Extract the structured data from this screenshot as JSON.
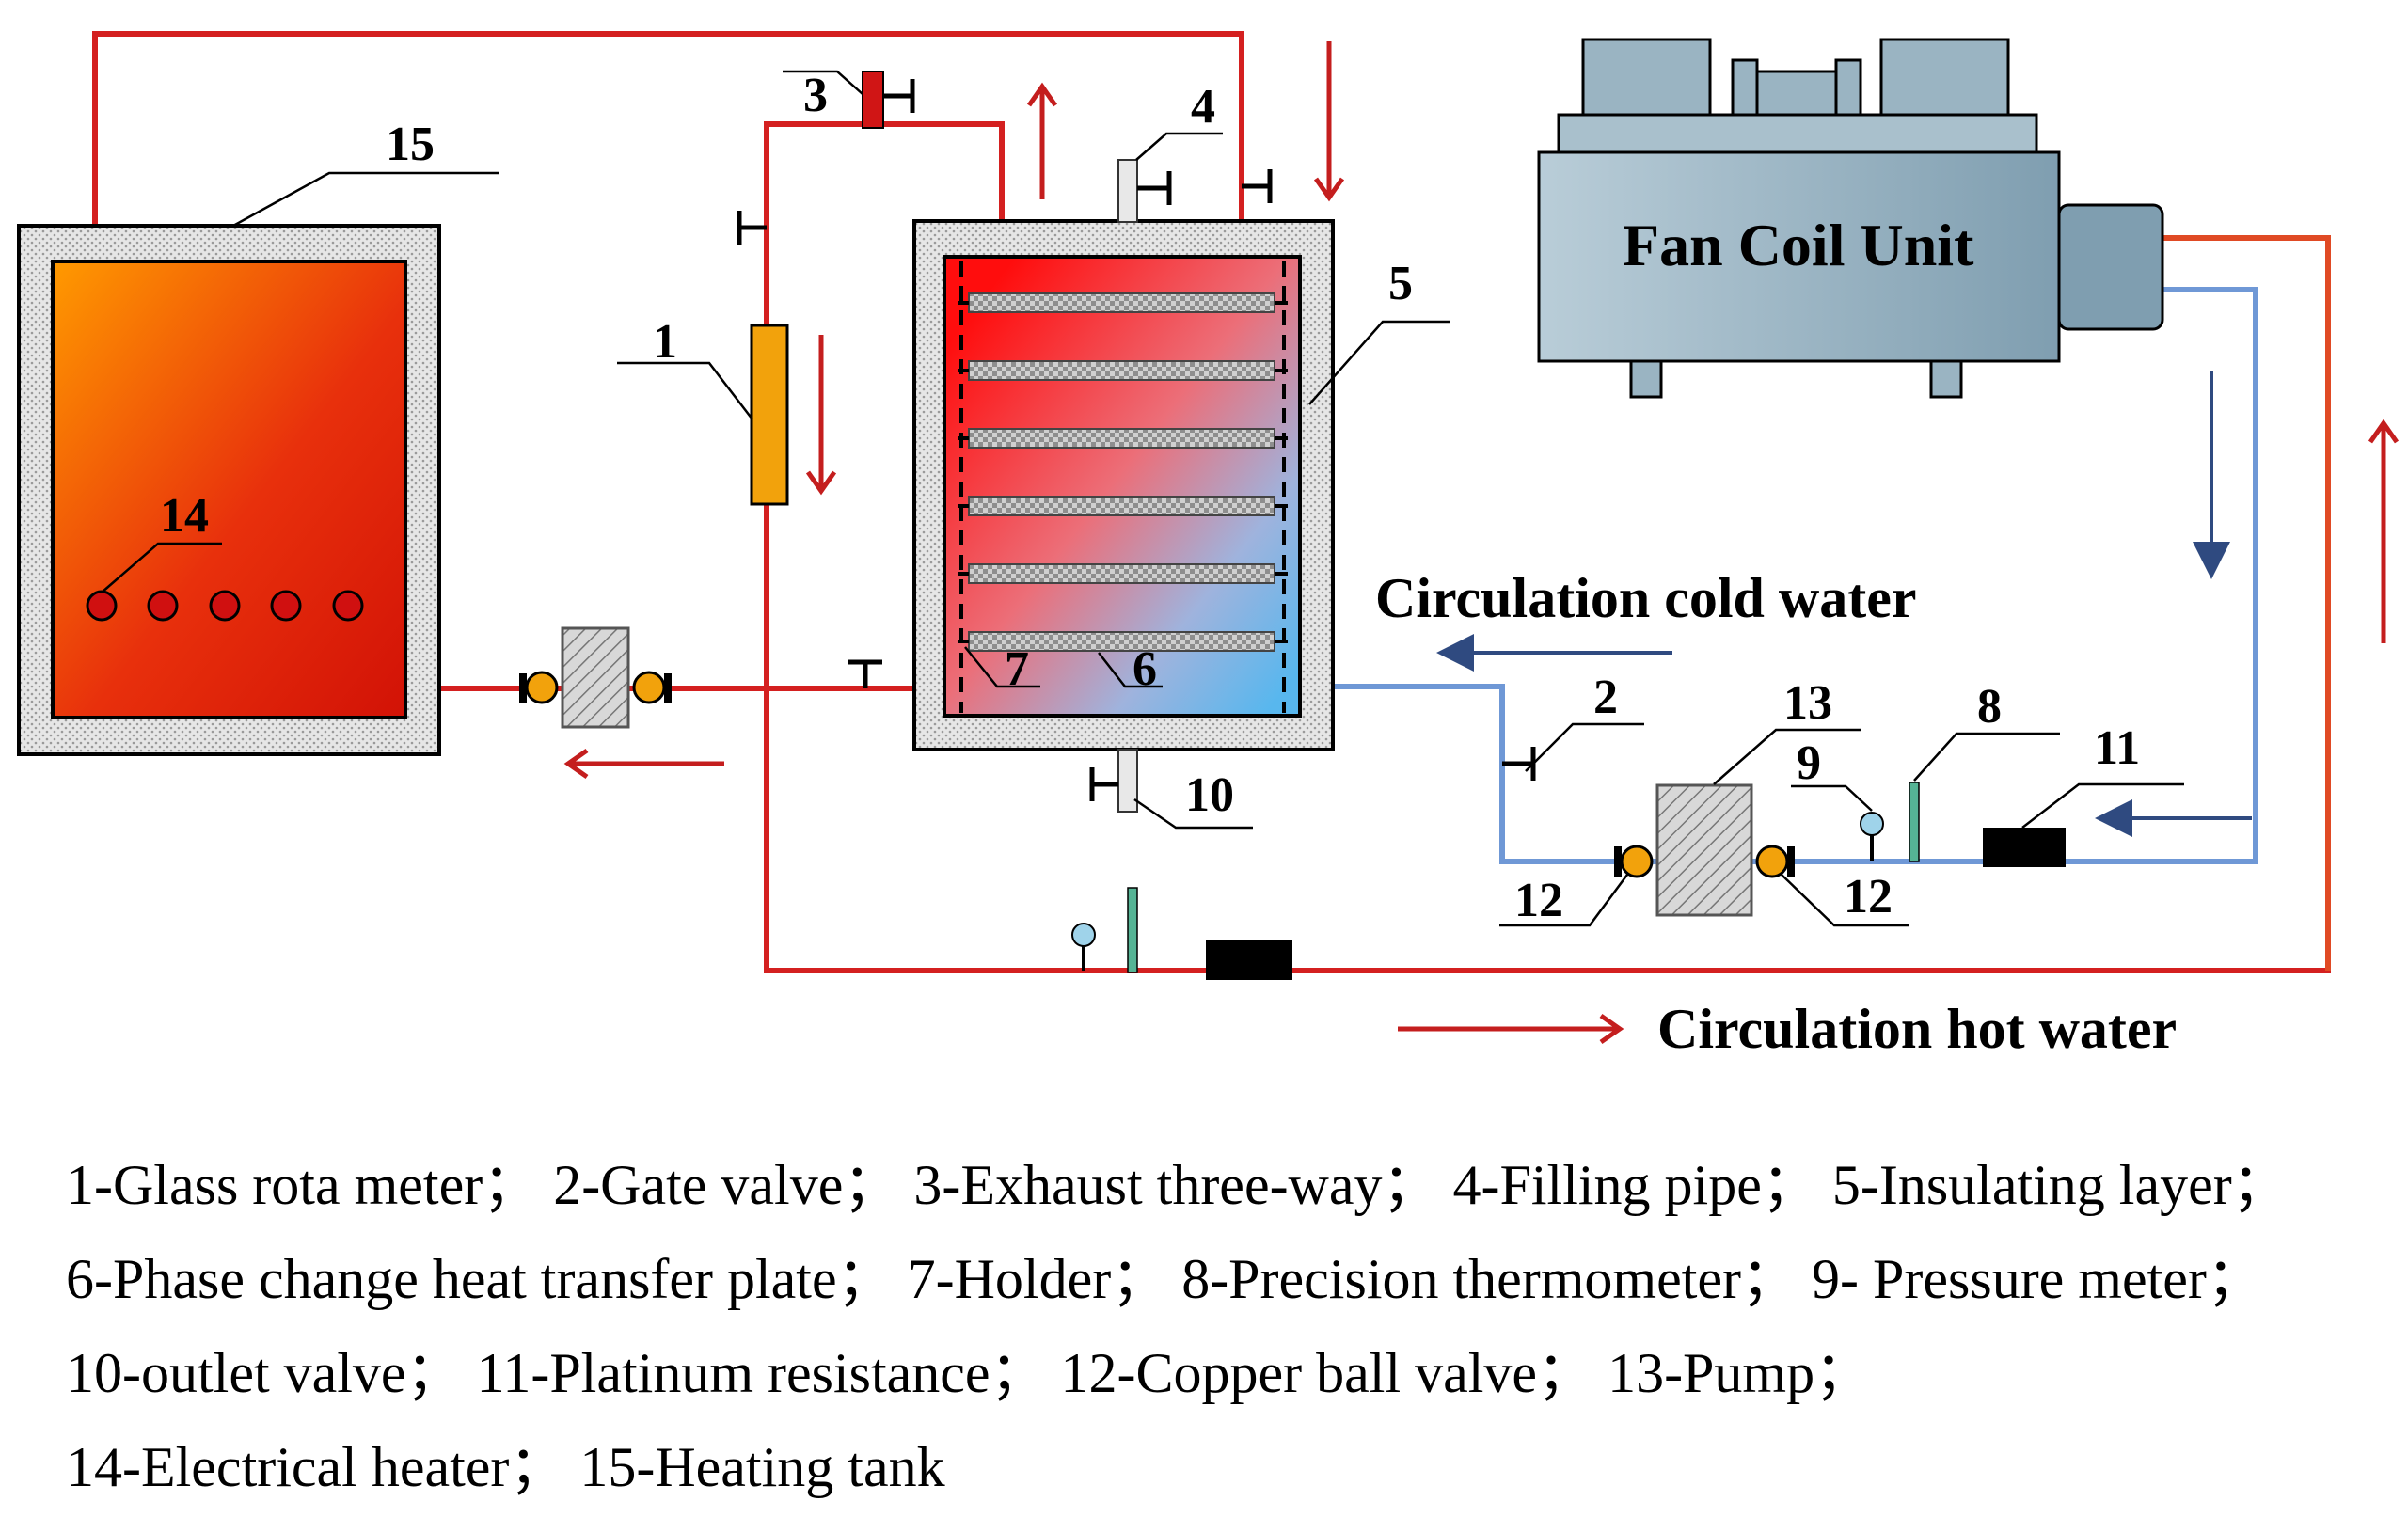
{
  "colors": {
    "hot_pipe": "#d42020",
    "cold_pipe": "#6f98d6",
    "arrow_hot": "#c41e1e",
    "arrow_cold": "#2f4a80",
    "rotameter": "#f2a20c",
    "valve_ball": "#f2a20c",
    "fcu_body": "#9ab4c2",
    "sensor_black": "#000000",
    "thermometer": "#55b495",
    "pressure_bulb": "#9fd3ea",
    "insulation": "#d9d9d9"
  },
  "labels": {
    "n1": "1",
    "n2": "2",
    "n3": "3",
    "n4": "4",
    "n5": "5",
    "n6": "6",
    "n7": "7",
    "n8": "8",
    "n9": "9",
    "n10": "10",
    "n11": "11",
    "n12a": "12",
    "n12b": "12",
    "n13": "13",
    "n14": "14",
    "n15": "15"
  },
  "fan_coil_unit": "Fan Coil Unit",
  "flows": {
    "cold": "Circulation cold water",
    "hot": "Circulation hot water"
  },
  "legend": [
    "1-Glass rota meter；",
    "2-Gate valve；",
    "3-Exhaust three-way；",
    "4-Filling pipe；",
    "5-Insulating layer；",
    "6-Phase change heat transfer plate；",
    "7-Holder；",
    "8-Precision thermometer；",
    "9- Pressure meter；",
    "10-outlet valve；",
    "11-Platinum resistance；",
    "12-Copper ball valve；",
    "13-Pump；",
    "14-Electrical heater；",
    "15-Heating tank"
  ]
}
